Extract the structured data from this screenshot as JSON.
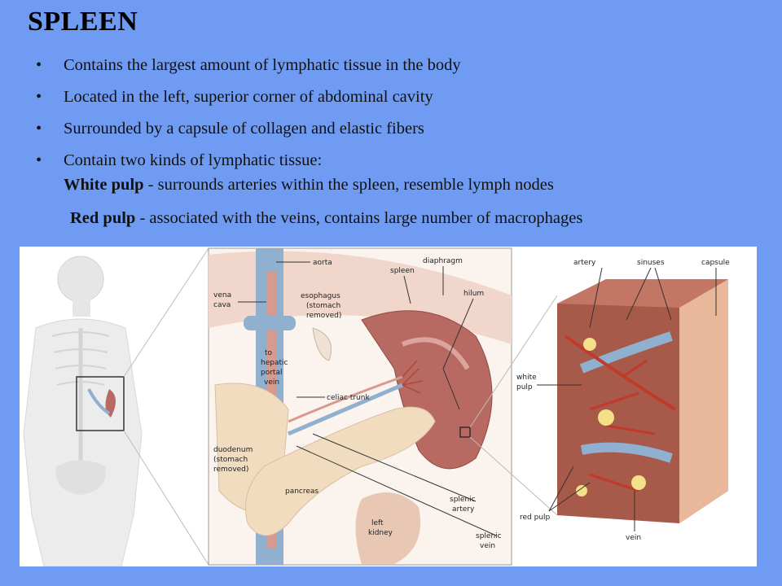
{
  "slide": {
    "title": "SPLEEN",
    "bullets": [
      "Contains the largest amount of lymphatic tissue in the body",
      "Located in the left, superior corner of abdominal cavity",
      "Surrounded by a capsule of collagen and elastic fibers",
      "Contain two kinds of lymphatic tissue:"
    ],
    "bullet_symbol": "•",
    "white_pulp": {
      "term": "White pulp",
      "desc": " - surrounds arteries within the spleen, resemble lymph nodes"
    },
    "red_pulp": {
      "term": "Red pulp",
      "desc": " - associated with the veins, contains large number of macrophages"
    }
  },
  "figure": {
    "labels": {
      "aorta": "aorta",
      "spleen": "spleen",
      "diaphragm": "diaphragm",
      "vena_cava_1": "vena",
      "vena_cava_2": "cava",
      "esophagus_1": "esophagus",
      "esophagus_2": "(stomach",
      "esophagus_3": "removed)",
      "hilum": "hilum",
      "to_hepatic_1": "to",
      "to_hepatic_2": "hepatic",
      "to_hepatic_3": "portal",
      "to_hepatic_4": "vein",
      "celiac_trunk": "celiac trunk",
      "duodenum_1": "duodenum",
      "duodenum_2": "(stomach",
      "duodenum_3": "removed)",
      "pancreas": "pancreas",
      "left_kidney_1": "left",
      "left_kidney_2": "kidney",
      "splenic_artery_1": "splenic",
      "splenic_artery_2": "artery",
      "splenic_vein_1": "splenic",
      "splenic_vein_2": "vein",
      "artery": "artery",
      "sinuses": "sinuses",
      "capsule": "capsule",
      "white_pulp_1": "white",
      "white_pulp_2": "pulp",
      "red_pulp": "red pulp",
      "vein": "vein"
    },
    "colors": {
      "background": "#6f9cf2",
      "spleen": "#b86a62",
      "pancreas": "#f2dcc0",
      "vessel_blue": "#8fb0cf",
      "red_pulp": "#c0392b",
      "tissue": "#a85a4a"
    }
  }
}
